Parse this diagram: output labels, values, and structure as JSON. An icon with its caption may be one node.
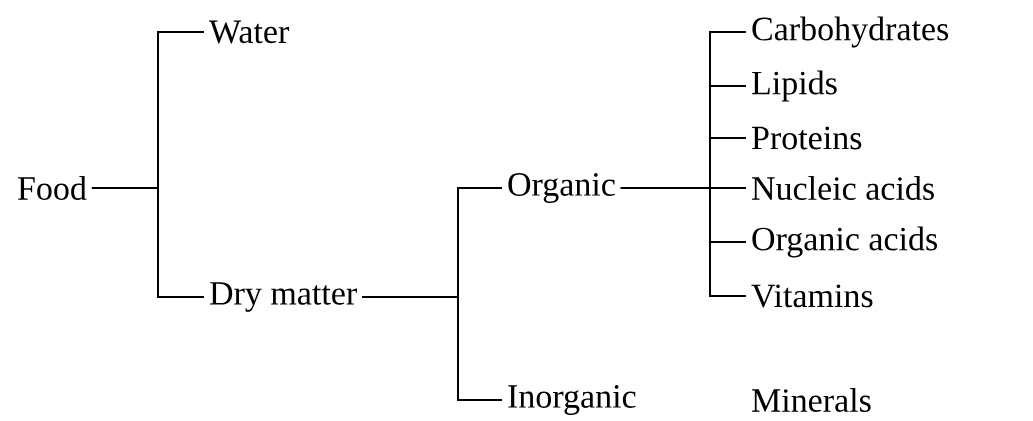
{
  "diagram": {
    "nodes": [
      {
        "text": [
          "Food"
        ]
      },
      {
        "text": [
          "Water"
        ]
      },
      {
        "text": [
          "Dry matter"
        ]
      },
      {
        "text": [
          "Organic"
        ]
      },
      {
        "text": [
          "Inorganic"
        ]
      },
      {
        "text": [
          "Carbohydrates"
        ]
      },
      {
        "text": [
          "Lipids"
        ]
      },
      {
        "text": [
          "Proteins"
        ]
      },
      {
        "text": [
          "Nucleic acids"
        ]
      },
      {
        "text": [
          "Organic acids"
        ]
      },
      {
        "text": [
          "Vitamins"
        ]
      }
    ],
    "edges": [
      {
        "from": 0,
        "to": 1,
        "arrow": "none"
      },
      {
        "from": 0,
        "to": 2,
        "arrow": "none"
      },
      {
        "from": 2,
        "to": 3,
        "arrow": "none"
      },
      {
        "from": 2,
        "to": 4,
        "arrow": "none"
      },
      {
        "from": 3,
        "to": 5,
        "arrow": "none"
      },
      {
        "from": 3,
        "to": 6,
        "arrow": "none"
      },
      {
        "from": 3,
        "to": 7,
        "arrow": "none"
      },
      {
        "from": 3,
        "to": 8,
        "arrow": "none"
      },
      {
        "from": 3,
        "to": 9,
        "arrow": "none"
      },
      {
        "from": 3,
        "to": 10,
        "arrow": "none"
      }
    ],
    "labels": [
      "Minerals"
    ]
  }
}
